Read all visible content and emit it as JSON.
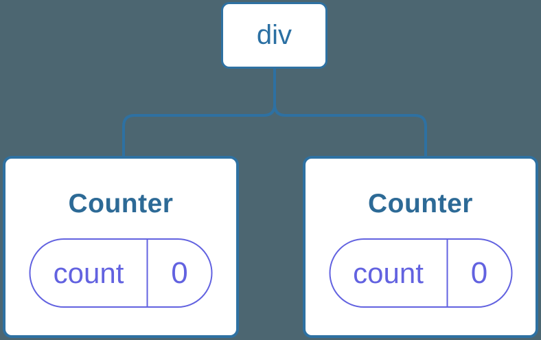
{
  "colors": {
    "background": "#4C6671",
    "node_border_blue": "#2E71A2",
    "root_label_blue": "#2B70A3",
    "component_title_blue": "#2D6A96",
    "state_purple": "#6262E0",
    "card_background": "#FFFFFF"
  },
  "tree": {
    "root": {
      "label": "div"
    },
    "children": [
      {
        "title": "Counter",
        "state": {
          "key": "count",
          "value": "0"
        }
      },
      {
        "title": "Counter",
        "state": {
          "key": "count",
          "value": "0"
        }
      }
    ]
  }
}
